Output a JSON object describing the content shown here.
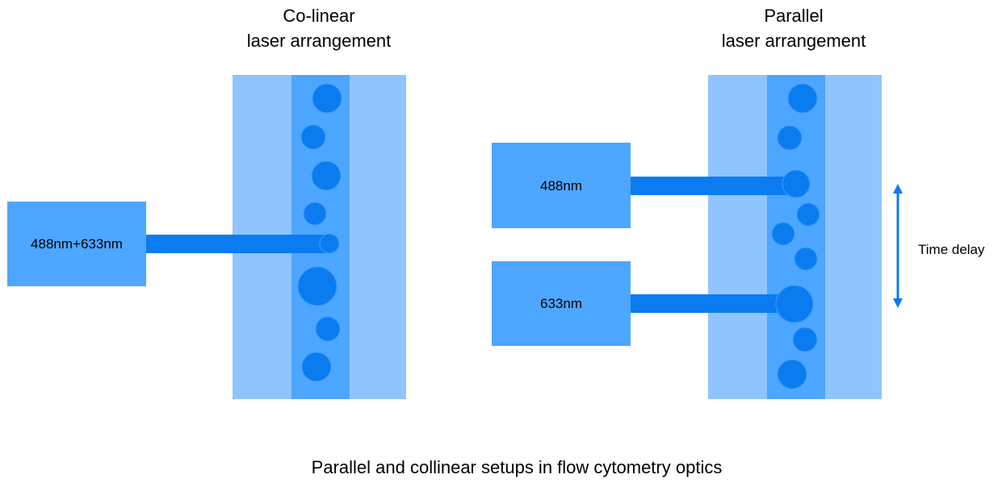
{
  "colors": {
    "outer": "#8fc4ff",
    "channel": "#4da6ff",
    "laser_box": "#4da6ff",
    "beam": "#0a7cf0",
    "particle": "#0a7cf0",
    "arrow": "#0a7cf0"
  },
  "colinear": {
    "title_line1": "Co-linear",
    "title_line2": "laser arrangement",
    "laser_label": "488nm+633nm"
  },
  "parallel": {
    "title_line1": "Parallel",
    "title_line2": "laser arrangement",
    "laser1_label": "488nm",
    "laser2_label": "633nm",
    "delay_label": "Time delay"
  },
  "caption": "Parallel and collinear setups in flow cytometry optics"
}
